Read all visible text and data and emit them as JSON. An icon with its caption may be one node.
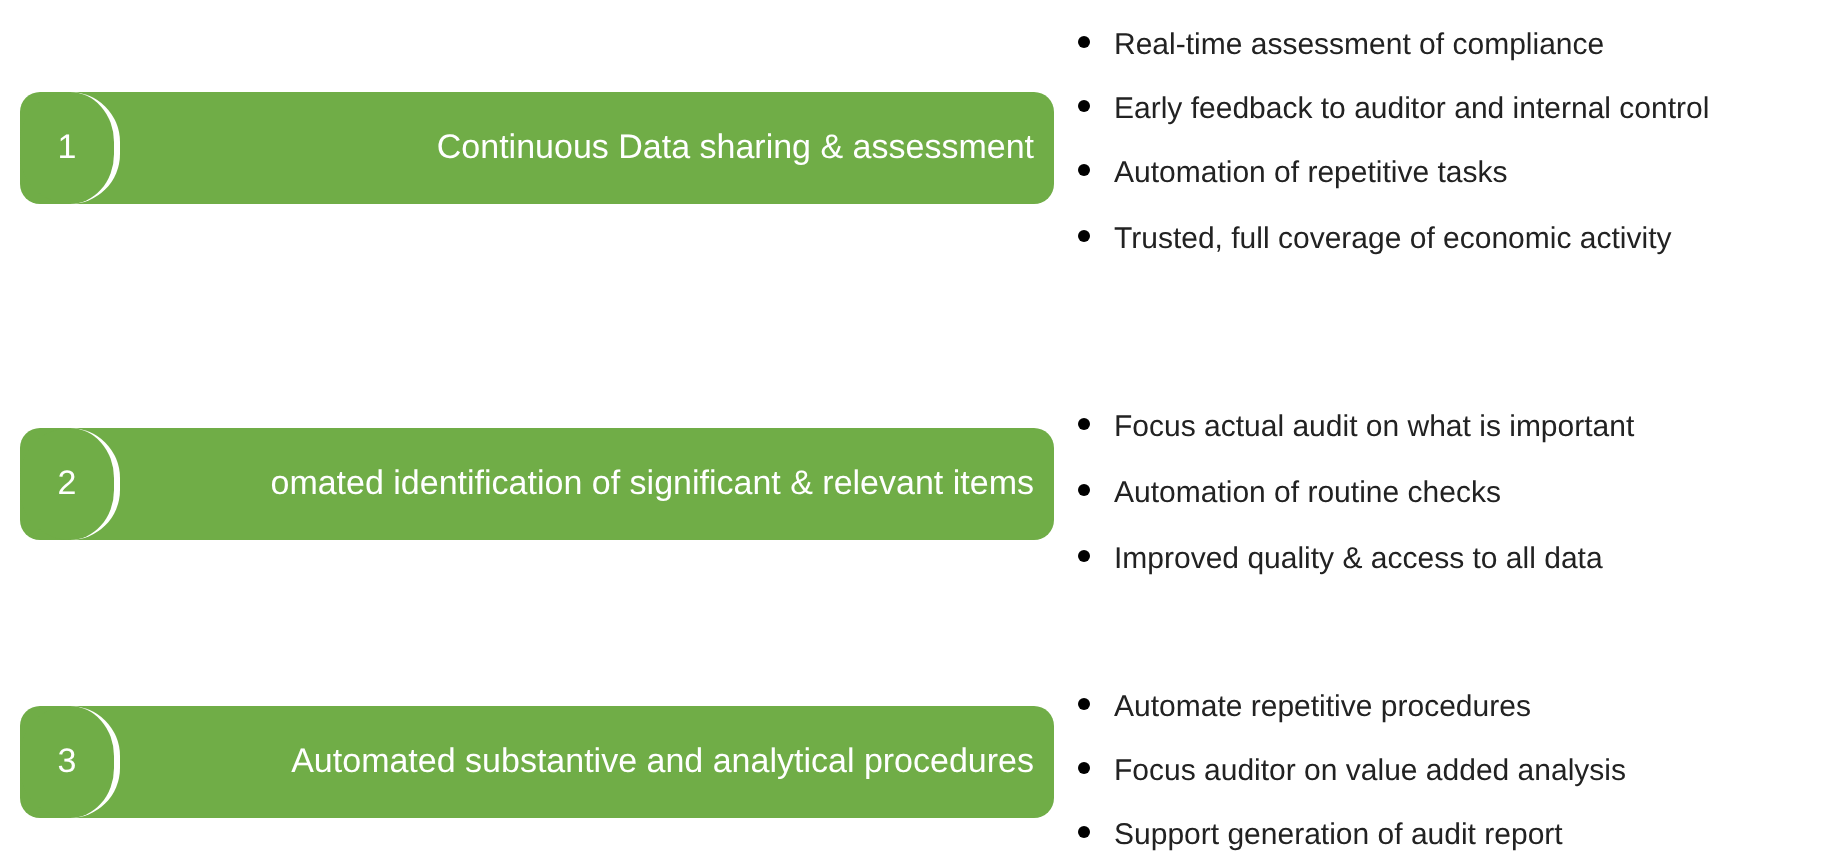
{
  "diagram": {
    "nodes": [
      {
        "text": [
          "Continuous Data sharing & assessment"
        ]
      },
      {
        "text": [
          "1"
        ],
        "in": 0
      },
      {
        "text": [
          "omated identification of significant & relevant items"
        ]
      },
      {
        "text": [
          "2"
        ],
        "in": 2
      },
      {
        "text": [
          "Automated substantive and analytical procedures"
        ]
      },
      {
        "text": [
          "3"
        ],
        "in": 4
      }
    ],
    "labels": [
      "Real-time assessment of compliance",
      "Early feedback to auditor and internal control",
      "Automation of repetitive tasks",
      "Trusted, full coverage of economic activity",
      "Focus actual audit on what is important",
      "Automation of routine checks",
      "Improved quality & access to all data",
      "Automate repetitive procedures",
      "Focus auditor on value added analysis",
      "Support generation of audit report"
    ]
  }
}
